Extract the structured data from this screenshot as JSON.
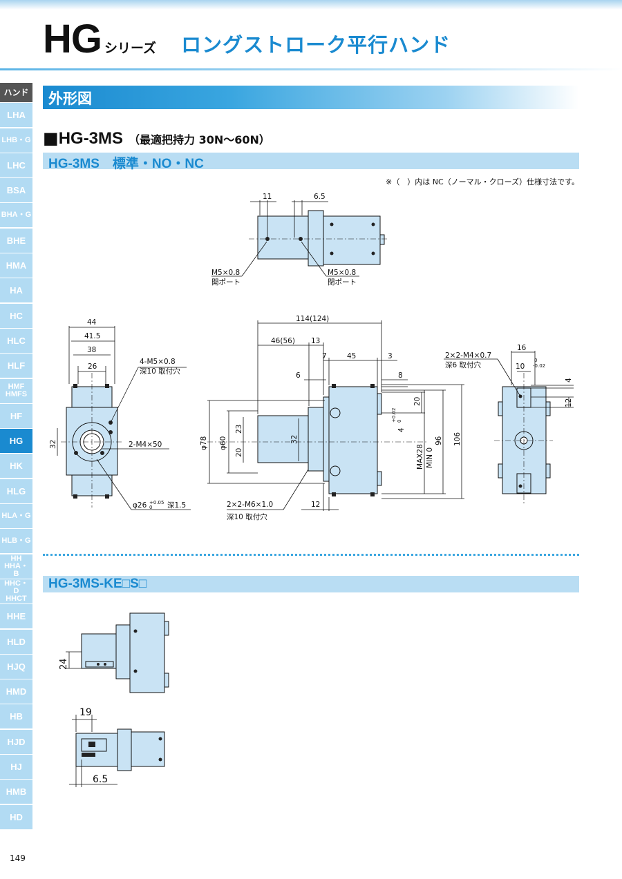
{
  "header": {
    "series_code": "HG",
    "series_word": "シリーズ",
    "series_name": "ロングストローク平行ハンド"
  },
  "side_nav": {
    "heading": "ハンド",
    "items": [
      "LHA",
      "LHB・G",
      "LHC",
      "BSA",
      "BHA・G",
      "BHE",
      "HMA",
      "HA",
      "HC",
      "HLC",
      "HLF",
      "HMF HMFS",
      "HF",
      "HG",
      "HK",
      "HLG",
      "HLA・G",
      "HLB・G",
      "HH HHA・B",
      "HHC・D HHCT",
      "HHE",
      "HLD",
      "HJQ",
      "HMD",
      "HB",
      "HJD",
      "HJ",
      "HMB",
      "HD"
    ],
    "active": "HG"
  },
  "section_title": "外形図",
  "model": {
    "square": "■",
    "code": "HG-3MS",
    "force": "（最適把持力 30N〜60N）"
  },
  "subsections": {
    "first": "HG-3MS　標準・NO・NC",
    "second": "HG-3MS-KE□S□"
  },
  "note": "※（　）内は NC（ノーマル・クローズ）仕様寸法です。",
  "page_number": "149",
  "drawing": {
    "top_view": {
      "dim_left": "11",
      "dim_right": "6.5",
      "port_left_line1": "M5×0.8",
      "port_left_line2": "開ポート",
      "port_right_line1": "M5×0.8",
      "port_right_line2": "閉ポート"
    },
    "front_view": {
      "w44": "44",
      "w41_5": "41.5",
      "w38": "38",
      "w26": "26",
      "h32": "32",
      "tap_line1": "4-M5×0.8",
      "tap_line2": "深10 取付穴",
      "tap2": "2-M4×50",
      "bore": "φ26",
      "bore_tol": "+0.05",
      "bore_tol2": "0",
      "bore_depth": "深1.5"
    },
    "side_view": {
      "total": "114(124)",
      "d46": "46(56)",
      "d13": "13",
      "d7": "7",
      "d45": "45",
      "d3": "3",
      "d6": "6",
      "d8": "8",
      "d20a": "20",
      "d4": "4",
      "d4_tol": "+0.02",
      "d4_tol2": "0",
      "d32": "32",
      "d23": "23",
      "d20b": "20",
      "phi78": "φ78",
      "phi60": "φ60",
      "stroke_max": "MAX28",
      "stroke_min": "MIN 0",
      "d96": "96",
      "d106": "106",
      "d12": "12",
      "tap_line1": "2×2-M6×1.0",
      "tap_line2": "深10 取付穴"
    },
    "end_view": {
      "d16": "16",
      "d10": "10",
      "d10_tol": "0",
      "d10_tol2": "-0.02",
      "d4": "4",
      "d12": "12",
      "tap_line1": "2×2-M4×0.7",
      "tap_line2": "深6 取付穴"
    },
    "ke_view": {
      "d24": "24",
      "d19": "19",
      "d6_5": "6.5"
    }
  }
}
